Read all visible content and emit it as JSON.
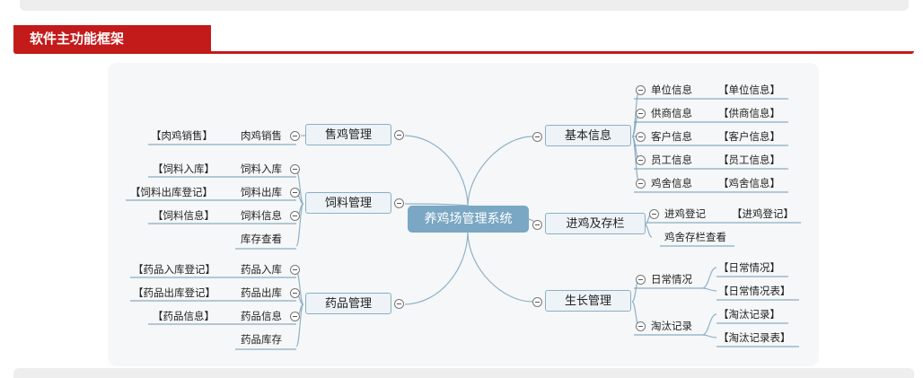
{
  "section": {
    "title": "软件主功能框架"
  },
  "mindmap": {
    "center": "养鸡场管理系统",
    "left": [
      {
        "label": "售鸡管理",
        "children": [
          {
            "label": "肉鸡销售",
            "detail": "【肉鸡销售】"
          }
        ]
      },
      {
        "label": "饲料管理",
        "children": [
          {
            "label": "饲料入库",
            "detail": "【饲料入库】"
          },
          {
            "label": "饲料出库",
            "detail": "【饲料出库登记】"
          },
          {
            "label": "饲料信息",
            "detail": "【饲料信息】"
          },
          {
            "label": "库存查看",
            "detail": ""
          }
        ]
      },
      {
        "label": "药品管理",
        "children": [
          {
            "label": "药品入库",
            "detail": "【药品入库登记】"
          },
          {
            "label": "药品出库",
            "detail": "【药品出库登记】"
          },
          {
            "label": "药品信息",
            "detail": "【药品信息】"
          },
          {
            "label": "药品库存",
            "detail": ""
          }
        ]
      }
    ],
    "right": [
      {
        "label": "基本信息",
        "children": [
          {
            "label": "单位信息",
            "detail": "【单位信息】"
          },
          {
            "label": "供商信息",
            "detail": "【供商信息】"
          },
          {
            "label": "客户信息",
            "detail": "【客户信息】"
          },
          {
            "label": "员工信息",
            "detail": "【员工信息】"
          },
          {
            "label": "鸡舍信息",
            "detail": "【鸡舍信息】"
          }
        ]
      },
      {
        "label": "进鸡及存栏",
        "children": [
          {
            "label": "进鸡登记",
            "detail": "【进鸡登记】"
          },
          {
            "label": "鸡舍存栏查看",
            "detail": ""
          }
        ]
      },
      {
        "label": "生长管理",
        "children": [
          {
            "label": "日常情况",
            "details": [
              "【日常情况】",
              "【日常情况表】"
            ]
          },
          {
            "label": "淘汰记录",
            "details": [
              "【淘汰记录】",
              "【淘汰记录表】"
            ]
          }
        ]
      }
    ]
  }
}
